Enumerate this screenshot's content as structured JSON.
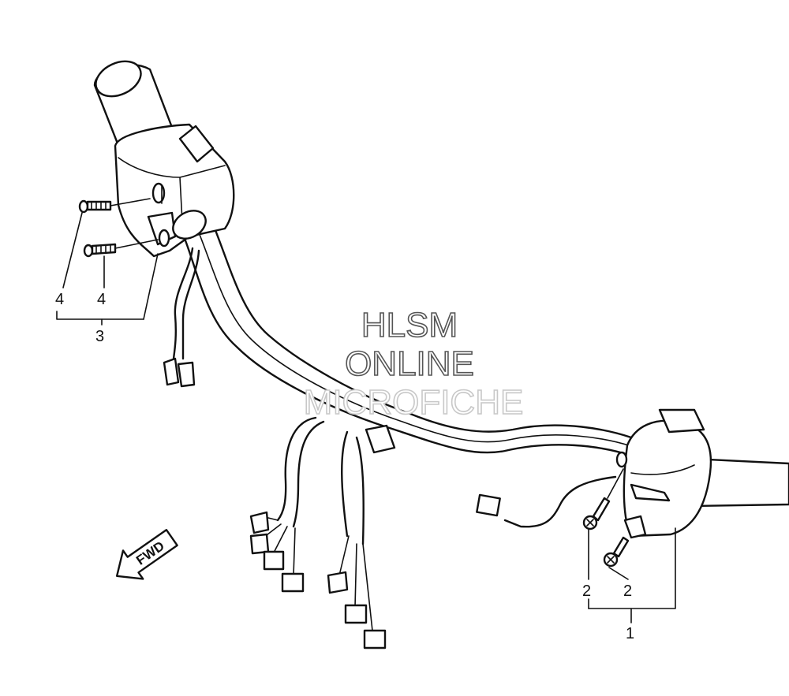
{
  "watermark": {
    "line1": "HLSM",
    "line2": "ONLINE",
    "line3": "MICROFICHE",
    "color_dark": "#555555",
    "color_light": "#c8c8c8"
  },
  "direction_arrow": {
    "label": "FWD"
  },
  "callouts": {
    "left_screw_upper": "4",
    "left_screw_lower": "4",
    "left_switch": "3",
    "right_screw_upper": "2",
    "right_screw_lower": "2",
    "right_switch": "1"
  }
}
